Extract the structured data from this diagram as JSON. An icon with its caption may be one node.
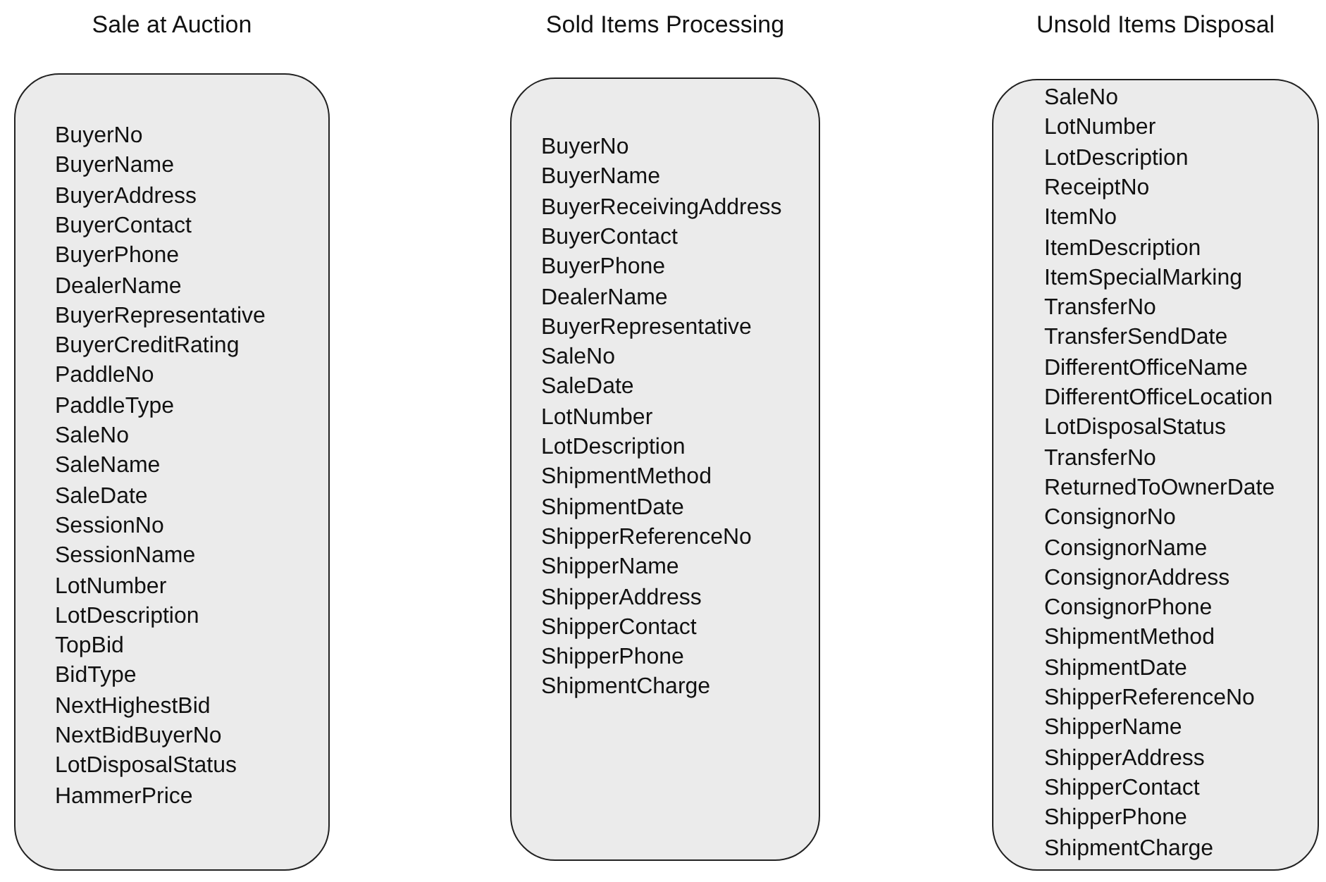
{
  "diagram": {
    "nodes": [
      {
        "text": [
          "Sale at Auction",
          "BuyerNo",
          "BuyerName",
          "BuyerAddress",
          "BuyerContact",
          "BuyerPhone",
          "DealerName",
          "BuyerRepresentative",
          "BuyerCreditRating",
          "PaddleNo",
          "PaddleType",
          "SaleNo",
          "SaleName",
          "SaleDate",
          "SessionNo",
          "SessionName",
          "LotNumber",
          "LotDescription",
          "TopBid",
          "BidType",
          "NextHighestBid",
          "NextBidBuyerNo",
          "LotDisposalStatus",
          "HammerPrice"
        ]
      },
      {
        "text": [
          "Sold Items Processing",
          "BuyerNo",
          "BuyerName",
          "BuyerReceivingAddress",
          "BuyerContact",
          "BuyerPhone",
          "DealerName",
          "BuyerRepresentative",
          "SaleNo",
          "SaleDate",
          "LotNumber",
          "LotDescription",
          "ShipmentMethod",
          "ShipmentDate",
          "ShipperReferenceNo",
          "ShipperName",
          "ShipperAddress",
          "ShipperContact",
          "ShipperPhone",
          "ShipmentCharge"
        ]
      },
      {
        "text": [
          "Unsold Items Disposal",
          "SaleNo",
          "LotNumber",
          "LotDescription",
          "ReceiptNo",
          "ItemNo",
          "ItemDescription",
          "ItemSpecialMarking",
          "TransferNo",
          "TransferSendDate",
          "DifferentOfficeName",
          "DifferentOfficeLocation",
          "LotDisposalStatus",
          "TransferNo",
          "ReturnedToOwnerDate",
          "ConsignorNo",
          "ConsignorName",
          "ConsignorAddress",
          "ConsignorPhone",
          "ShipmentMethod",
          "ShipmentDate",
          "ShipperReferenceNo",
          "ShipperName",
          "ShipperAddress",
          "ShipperContact",
          "ShipperPhone",
          "ShipmentCharge"
        ]
      }
    ]
  }
}
